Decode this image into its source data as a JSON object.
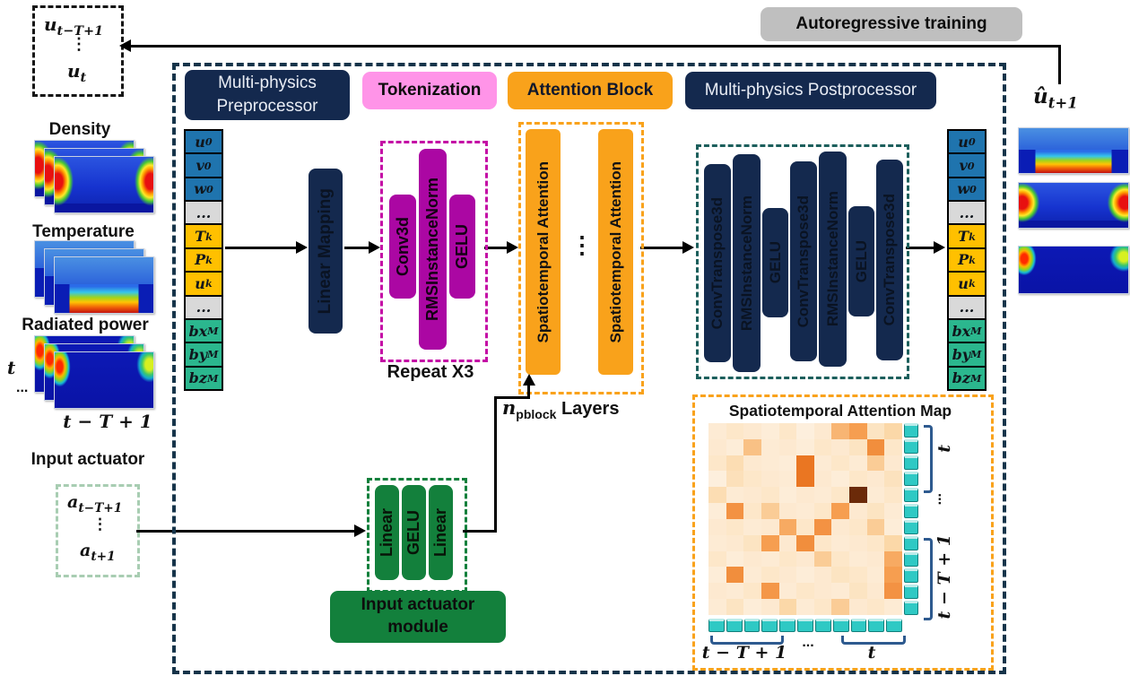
{
  "banner": {
    "autoregressive": "Autoregressive training"
  },
  "history_box": {
    "top_base": "u",
    "top_sub": "t−T+1",
    "dots": "⋮",
    "bottom_base": "u",
    "bottom_sub": "t"
  },
  "inputs": {
    "density_label": "Density",
    "temperature_label": "Temperature",
    "radiated_label": "Radiated power",
    "time_t": "t",
    "time_dots": "...",
    "time_start": "t − T + 1",
    "actuator_label": "Input actuator",
    "actuator_top_base": "a",
    "actuator_top_sub": "t−T+1",
    "actuator_dots": "⋮",
    "actuator_bottom_base": "a",
    "actuator_bottom_sub": "t+1"
  },
  "headers": {
    "preprocessor": "Multi-physics Preprocessor",
    "tokenization": "Tokenization",
    "attention": "Attention Block",
    "postprocessor": "Multi-physics Postprocessor"
  },
  "feature_cells": [
    {
      "base": "u",
      "sub": "0",
      "color": "blue"
    },
    {
      "base": "v",
      "sub": "0",
      "color": "blue"
    },
    {
      "base": "w",
      "sub": "0",
      "color": "blue"
    },
    {
      "base": "...",
      "sub": "",
      "color": "gray"
    },
    {
      "base": "T",
      "sub": "k",
      "color": "orange"
    },
    {
      "base": "P",
      "sub": "k",
      "color": "orange"
    },
    {
      "base": "u",
      "sub": "k",
      "color": "orange"
    },
    {
      "base": "...",
      "sub": "",
      "color": "gray"
    },
    {
      "base": "bx",
      "sub": "M",
      "color": "green"
    },
    {
      "base": "by",
      "sub": "M",
      "color": "green"
    },
    {
      "base": "bz",
      "sub": "M",
      "color": "green"
    }
  ],
  "preprocessor": {
    "linear_mapping": "Linear Mapping"
  },
  "tokenizer": {
    "conv": "Conv3d",
    "norm": "RMSInstanceNorm",
    "act": "GELU",
    "repeat": "Repeat X3"
  },
  "attention": {
    "block1": "Spatiotemporal Attention",
    "block2": "Spatiotemporal Attention",
    "dots": "⋮",
    "layers_var": "n",
    "layers_sub": "pblock",
    "layers_text": "Layers"
  },
  "postprocessor_blocks": [
    "ConvTranspose3d",
    "RMSInstanceNorm",
    "GELU",
    "ConvTranspose3d",
    "RMSInstanceNorm",
    "GELU",
    "ConvTranspose3d"
  ],
  "actuator_module": {
    "b1": "Linear",
    "b2": "GELU",
    "b3": "Linear",
    "label": "Input actuator module"
  },
  "output": {
    "pred_base": "û",
    "pred_sub": "t+1"
  },
  "attention_map": {
    "title": "Spatiotemporal Attention Map",
    "x_start": "t − T + 1",
    "x_dots": "...",
    "x_end": "t",
    "y_top": "t",
    "y_dots": "...",
    "y_bottom": "t − T + 1",
    "n_cols": 11,
    "n_rows": 12,
    "values": [
      [
        0.1,
        0.15,
        0.12,
        0.08,
        0.15,
        0.06,
        0.12,
        0.45,
        0.55,
        0.18,
        0.3
      ],
      [
        0.12,
        0.08,
        0.4,
        0.1,
        0.12,
        0.08,
        0.15,
        0.12,
        0.18,
        0.62,
        0.15
      ],
      [
        0.15,
        0.25,
        0.12,
        0.1,
        0.08,
        0.72,
        0.1,
        0.15,
        0.1,
        0.35,
        0.12
      ],
      [
        0.06,
        0.22,
        0.15,
        0.12,
        0.1,
        0.72,
        0.12,
        0.08,
        0.15,
        0.12,
        0.2
      ],
      [
        0.25,
        0.1,
        0.12,
        0.15,
        0.08,
        0.12,
        0.1,
        0.15,
        1.0,
        0.1,
        0.15
      ],
      [
        0.08,
        0.6,
        0.15,
        0.35,
        0.12,
        0.1,
        0.15,
        0.55,
        0.12,
        0.18,
        0.1
      ],
      [
        0.12,
        0.15,
        0.1,
        0.12,
        0.5,
        0.15,
        0.6,
        0.12,
        0.15,
        0.35,
        0.08
      ],
      [
        0.1,
        0.12,
        0.18,
        0.55,
        0.12,
        0.62,
        0.15,
        0.1,
        0.12,
        0.15,
        0.3
      ],
      [
        0.15,
        0.08,
        0.12,
        0.1,
        0.15,
        0.12,
        0.35,
        0.15,
        0.1,
        0.12,
        0.5
      ],
      [
        0.08,
        0.62,
        0.1,
        0.15,
        0.12,
        0.08,
        0.12,
        0.18,
        0.15,
        0.1,
        0.55
      ],
      [
        0.12,
        0.1,
        0.15,
        0.58,
        0.1,
        0.15,
        0.12,
        0.1,
        0.18,
        0.12,
        0.6
      ],
      [
        0.1,
        0.18,
        0.08,
        0.12,
        0.3,
        0.1,
        0.15,
        0.35,
        0.12,
        0.15,
        0.1
      ]
    ]
  },
  "colors": {
    "navy": "#14294e",
    "pink": "#ff94e8",
    "orange": "#f9a21b",
    "magenta": "#ab07a3",
    "magenta_border": "#c40ea5",
    "green": "#13803c",
    "light_green_border": "#a8cdb2",
    "gray": "#bfbfbf",
    "teal_square": "#2fc9c4",
    "teal_border": "#1c5f5c",
    "main_border": "#16344a",
    "cell_blue": "#1f74ae",
    "cell_orange": "#ffc000",
    "cell_green": "#2bb78e",
    "cell_gray": "#d9d9d9",
    "heat_low": "#fef5ea",
    "heat_high": "#6b2a09",
    "bracket": "#2e5a8f"
  }
}
